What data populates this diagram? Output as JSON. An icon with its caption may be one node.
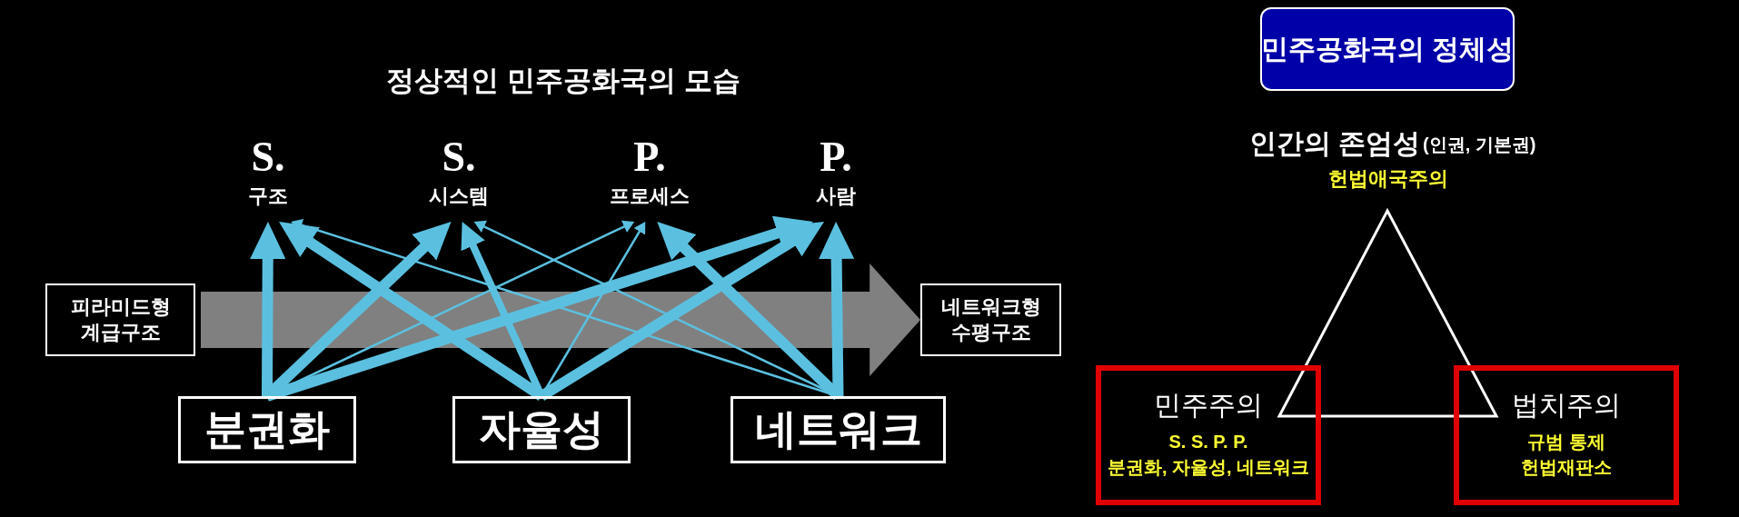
{
  "diagram": {
    "title": "정상적인 민주공화국의 모습",
    "nodes": [
      {
        "text": [
          "S.",
          "구조"
        ]
      },
      {
        "text": [
          "S.",
          "시스템"
        ]
      },
      {
        "text": [
          "P.",
          "프로세스"
        ]
      },
      {
        "text": [
          "P.",
          "사람"
        ]
      },
      {
        "text": [
          "피라미드형 계급구조"
        ]
      },
      {
        "text": [
          "네트워크형 수평구조"
        ]
      },
      {
        "text": [
          "분권화"
        ]
      },
      {
        "text": [
          "자율성"
        ]
      },
      {
        "text": [
          "네트워크"
        ]
      },
      {
        "text": [
          "민주공화국의 정체성"
        ]
      },
      {
        "text": [
          "민주주의",
          "S. S. P. P.",
          "분권화, 자율성, 네트워크"
        ]
      },
      {
        "text": [
          "법치주의",
          "규범 통제",
          "헌법재판소"
        ]
      }
    ],
    "edges": [
      {
        "from": 4,
        "to": 5,
        "arrow": "to",
        "style": "thick",
        "color": "#808080"
      },
      {
        "from": 6,
        "to": 0,
        "arrow": "to"
      },
      {
        "from": 6,
        "to": 1,
        "arrow": "to"
      },
      {
        "from": 6,
        "to": 2,
        "arrow": "to"
      },
      {
        "from": 6,
        "to": 3,
        "arrow": "to"
      },
      {
        "from": 7,
        "to": 0,
        "arrow": "to"
      },
      {
        "from": 7,
        "to": 1,
        "arrow": "to"
      },
      {
        "from": 7,
        "to": 2,
        "arrow": "to"
      },
      {
        "from": 7,
        "to": 3,
        "arrow": "to"
      },
      {
        "from": 8,
        "to": 0,
        "arrow": "to"
      },
      {
        "from": 8,
        "to": 1,
        "arrow": "to"
      },
      {
        "from": 8,
        "to": 2,
        "arrow": "to"
      },
      {
        "from": 8,
        "to": 3,
        "arrow": "to"
      }
    ],
    "labels": [
      "인간의 존엄성",
      "(인권, 기본권)",
      "헌법애국주의"
    ]
  }
}
